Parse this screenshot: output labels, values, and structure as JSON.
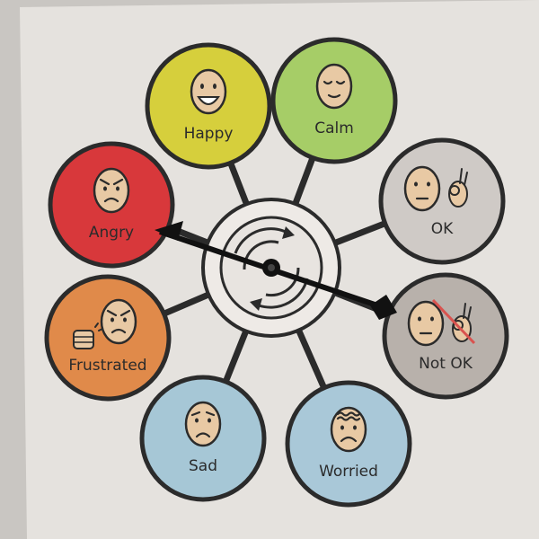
{
  "emotions": [
    {
      "label": "Happy",
      "color": "#d6cf3c",
      "face": "happy"
    },
    {
      "label": "Calm",
      "color": "#a6cd67",
      "face": "calm"
    },
    {
      "label": "OK",
      "color": "#cfcac6",
      "face": "ok"
    },
    {
      "label": "Not OK",
      "color": "#b8b1ab",
      "face": "notok"
    },
    {
      "label": "Worried",
      "color": "#a9c8d8",
      "face": "worried"
    },
    {
      "label": "Sad",
      "color": "#a6c7d6",
      "face": "sad"
    },
    {
      "label": "Frustrated",
      "color": "#e08a4a",
      "face": "frustrated"
    },
    {
      "label": "Angry",
      "color": "#d8383b",
      "face": "angry"
    }
  ],
  "colors": {
    "paper": "#e5e2de",
    "outline": "#2b2b2b",
    "skin": "#e8c9a4",
    "spinner_arrow": "#111111",
    "strike": "#d9534f"
  },
  "spinner": {
    "points_to": "Angry"
  }
}
